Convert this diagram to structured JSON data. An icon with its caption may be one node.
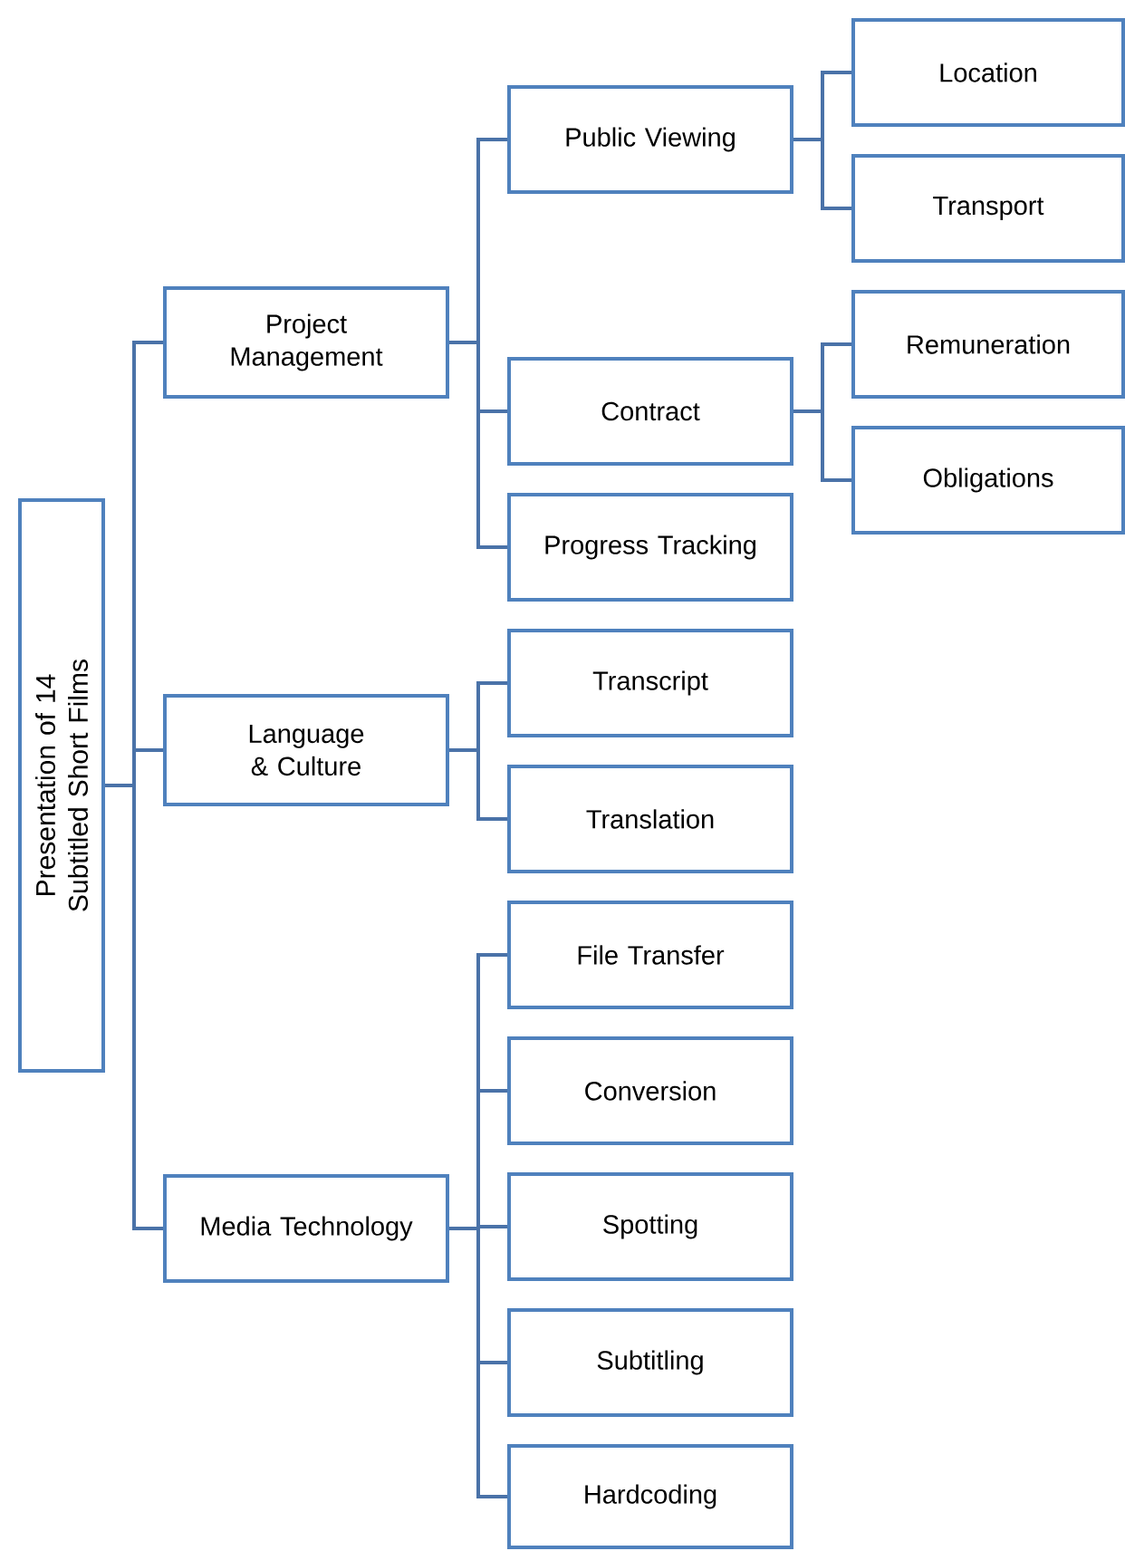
{
  "diagram": {
    "nodes": [
      {
        "text": [
          "Presentation of 14 Subtitled Short Films"
        ]
      },
      {
        "text": [
          "Project Management"
        ]
      },
      {
        "text": [
          "Public Viewing"
        ]
      },
      {
        "text": [
          "Location"
        ]
      },
      {
        "text": [
          "Transport"
        ]
      },
      {
        "text": [
          "Contract"
        ]
      },
      {
        "text": [
          "Remuneration"
        ]
      },
      {
        "text": [
          "Obligations"
        ]
      },
      {
        "text": [
          "Progress Tracking"
        ]
      },
      {
        "text": [
          "Language & Culture"
        ]
      },
      {
        "text": [
          "Transcript"
        ]
      },
      {
        "text": [
          "Translation"
        ]
      },
      {
        "text": [
          "Media Technology"
        ]
      },
      {
        "text": [
          "File Transfer"
        ]
      },
      {
        "text": [
          "Conversion"
        ]
      },
      {
        "text": [
          "Spotting"
        ]
      },
      {
        "text": [
          "Subtitling"
        ]
      },
      {
        "text": [
          "Hardcoding"
        ]
      }
    ],
    "edges": [
      {
        "from": 0,
        "to": 1,
        "arrow": "none"
      },
      {
        "from": 0,
        "to": 9,
        "arrow": "none"
      },
      {
        "from": 0,
        "to": 12,
        "arrow": "none"
      },
      {
        "from": 1,
        "to": 2,
        "arrow": "none"
      },
      {
        "from": 1,
        "to": 5,
        "arrow": "none"
      },
      {
        "from": 1,
        "to": 8,
        "arrow": "none"
      },
      {
        "from": 2,
        "to": 3,
        "arrow": "none"
      },
      {
        "from": 2,
        "to": 4,
        "arrow": "none"
      },
      {
        "from": 5,
        "to": 6,
        "arrow": "none"
      },
      {
        "from": 5,
        "to": 7,
        "arrow": "none"
      },
      {
        "from": 9,
        "to": 10,
        "arrow": "none"
      },
      {
        "from": 9,
        "to": 11,
        "arrow": "none"
      },
      {
        "from": 12,
        "to": 13,
        "arrow": "none"
      },
      {
        "from": 12,
        "to": 14,
        "arrow": "none"
      },
      {
        "from": 12,
        "to": 15,
        "arrow": "none"
      },
      {
        "from": 12,
        "to": 16,
        "arrow": "none"
      },
      {
        "from": 12,
        "to": 17,
        "arrow": "none"
      }
    ]
  }
}
